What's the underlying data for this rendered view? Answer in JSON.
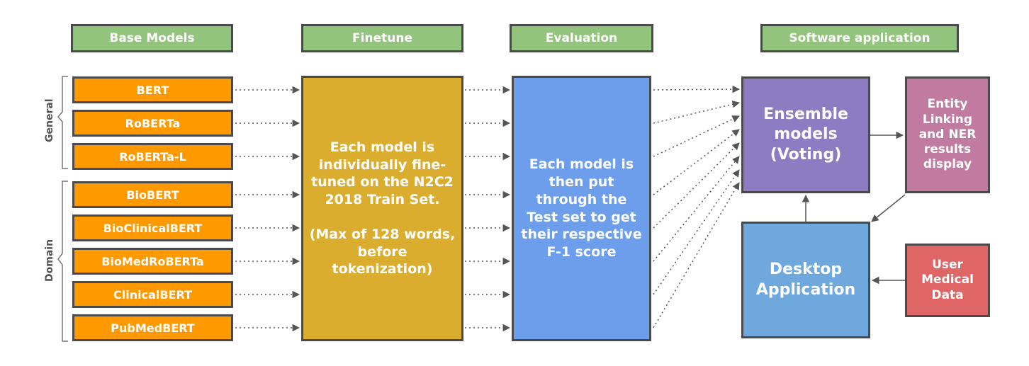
{
  "headers": {
    "base_models": "Base Models",
    "finetune": "Finetune",
    "evaluation": "Evaluation",
    "software": "Software application"
  },
  "groups": {
    "general": "General",
    "domain": "Domain"
  },
  "models": [
    "BERT",
    "RoBERTa",
    "RoBERTa-L",
    "BioBERT",
    "BioClinicalBERT",
    "BioMedRoBERTa",
    "ClinicalBERT",
    "PubMedBERT"
  ],
  "finetune_text": "Each model is individually fine-tuned on the N2C2 2018 Train Set.",
  "finetune_note": "(Max of 128 words, before tokenization)",
  "evaluation_text": "Each model is then put through the Test set to get their respective F-1 score",
  "ensemble_text": "Ensemble models (Voting)",
  "entity_text": "Entity Linking and NER results display",
  "desktop_text": "Desktop Application",
  "user_text": "User Medical Data",
  "colors": {
    "header": "#93c47d",
    "model": "#ff9900",
    "finetune": "#dbad2e",
    "evaluation": "#6d9eeb",
    "ensemble": "#8e7cc3",
    "entity": "#c27ba0",
    "desktop": "#6fa8dc",
    "user": "#e06666"
  }
}
